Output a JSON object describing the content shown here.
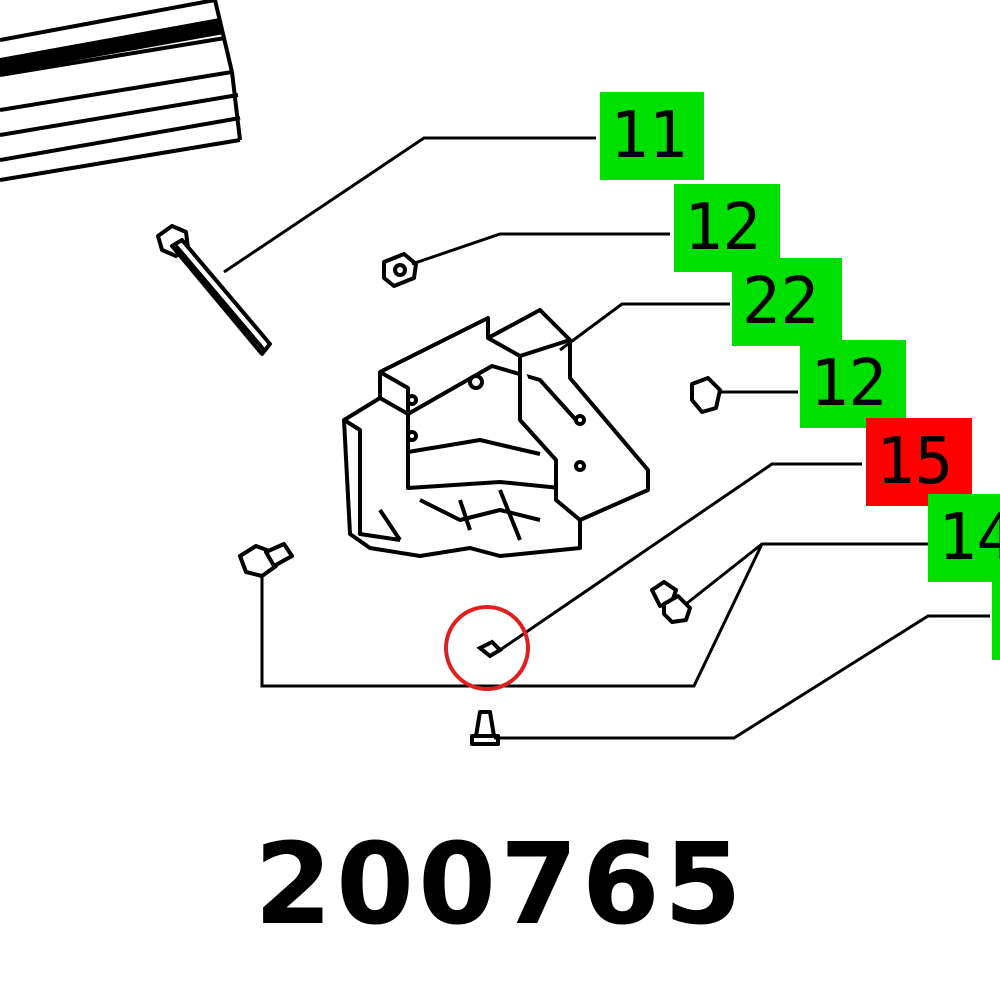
{
  "colors": {
    "callout_default": "#00e000",
    "callout_selected": "#ff0000",
    "highlight_ring": "#e02020",
    "line": "#000000",
    "background": "#ffffff"
  },
  "callouts": [
    {
      "id": "c11",
      "label": "11",
      "state": "default"
    },
    {
      "id": "c12a",
      "label": "12",
      "state": "default"
    },
    {
      "id": "c22",
      "label": "22",
      "state": "default"
    },
    {
      "id": "c12b",
      "label": "12",
      "state": "default"
    },
    {
      "id": "c15",
      "label": "15",
      "state": "selected"
    },
    {
      "id": "c14",
      "label": "14",
      "state": "default"
    },
    {
      "id": "c_partial",
      "label": "",
      "state": "default"
    }
  ],
  "part_number": "200765"
}
